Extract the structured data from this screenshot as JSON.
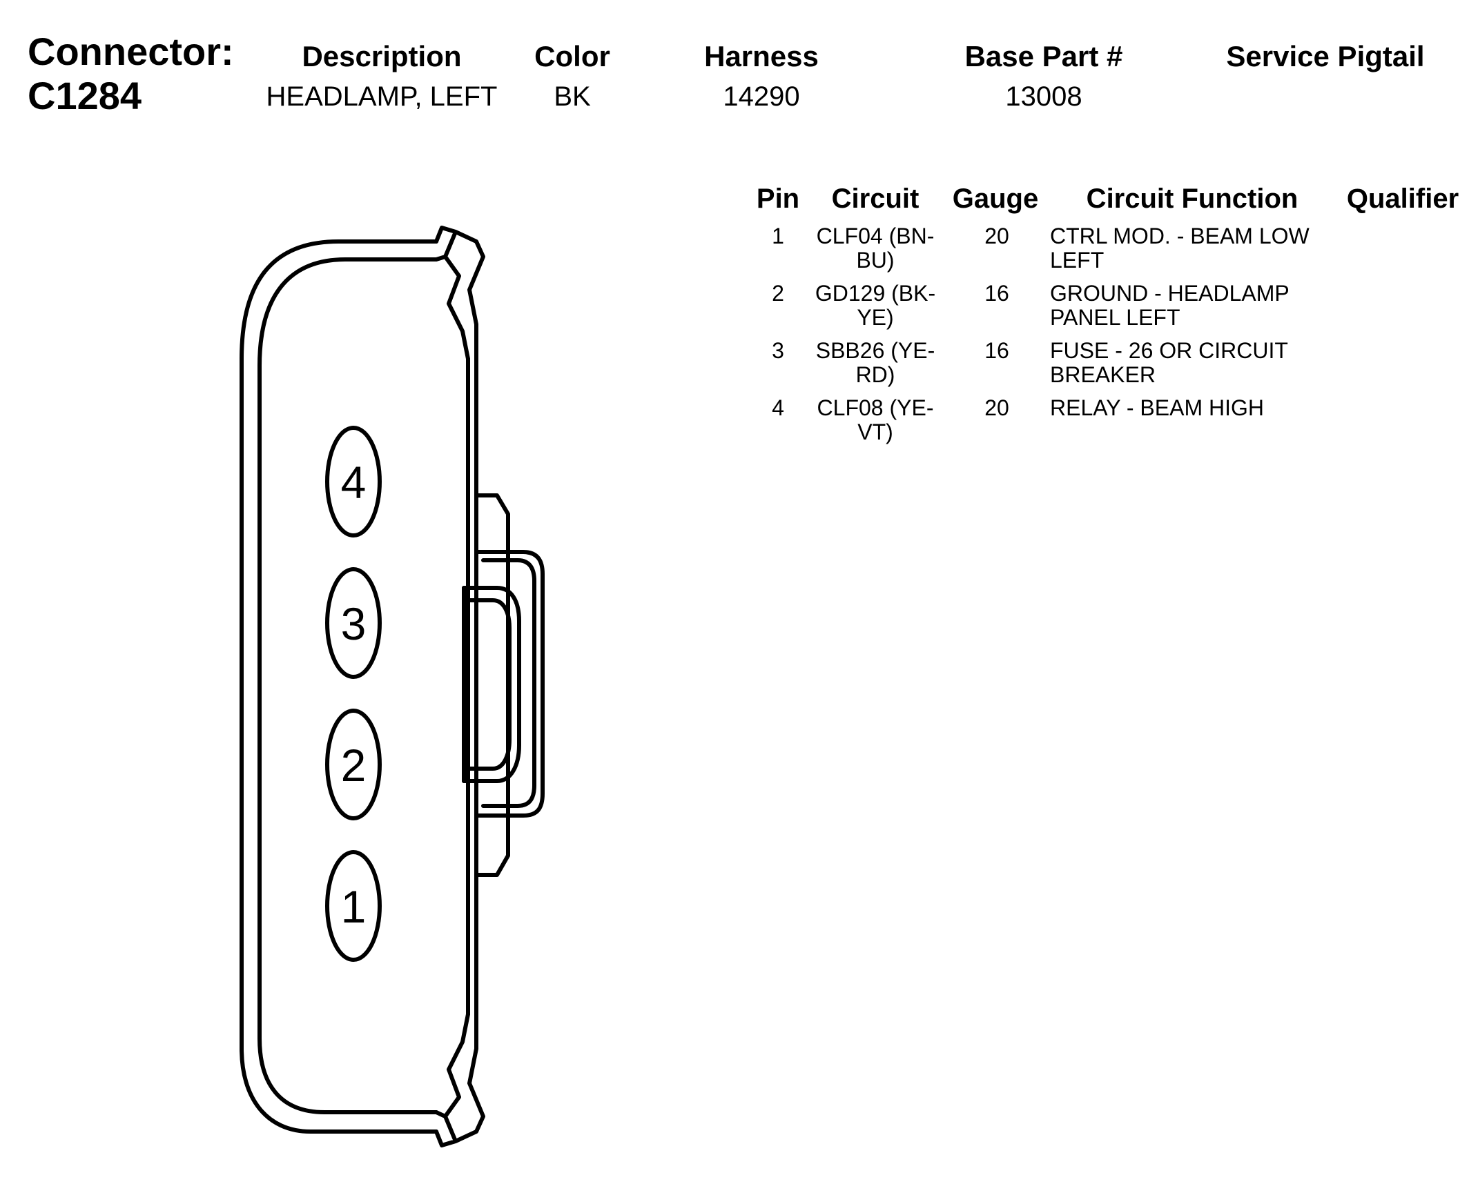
{
  "connector": {
    "label": "Connector:",
    "id": "C1284"
  },
  "header": {
    "columns": [
      {
        "label": "Description",
        "value": "HEADLAMP, LEFT"
      },
      {
        "label": "Color",
        "value": "BK"
      },
      {
        "label": "Harness",
        "value": "14290"
      },
      {
        "label": "Base Part #",
        "value": "13008"
      },
      {
        "label": "Service Pigtail",
        "value": ""
      }
    ]
  },
  "pin_table": {
    "headers": [
      "Pin",
      "Circuit",
      "Gauge",
      "Circuit Function",
      "Qualifier"
    ],
    "rows": [
      {
        "pin": "1",
        "circuit": "CLF04 (BN-BU)",
        "gauge": "20",
        "function": "CTRL MOD. - BEAM LOW LEFT",
        "qualifier": ""
      },
      {
        "pin": "2",
        "circuit": "GD129 (BK-YE)",
        "gauge": "16",
        "function": "GROUND - HEADLAMP PANEL LEFT",
        "qualifier": ""
      },
      {
        "pin": "3",
        "circuit": "SBB26 (YE-RD)",
        "gauge": "16",
        "function": "FUSE - 26 OR CIRCUIT BREAKER",
        "qualifier": ""
      },
      {
        "pin": "4",
        "circuit": "CLF08 (YE-VT)",
        "gauge": "20",
        "function": "RELAY - BEAM HIGH",
        "qualifier": ""
      }
    ]
  },
  "diagram": {
    "pin_labels": [
      "4",
      "3",
      "2",
      "1"
    ]
  }
}
